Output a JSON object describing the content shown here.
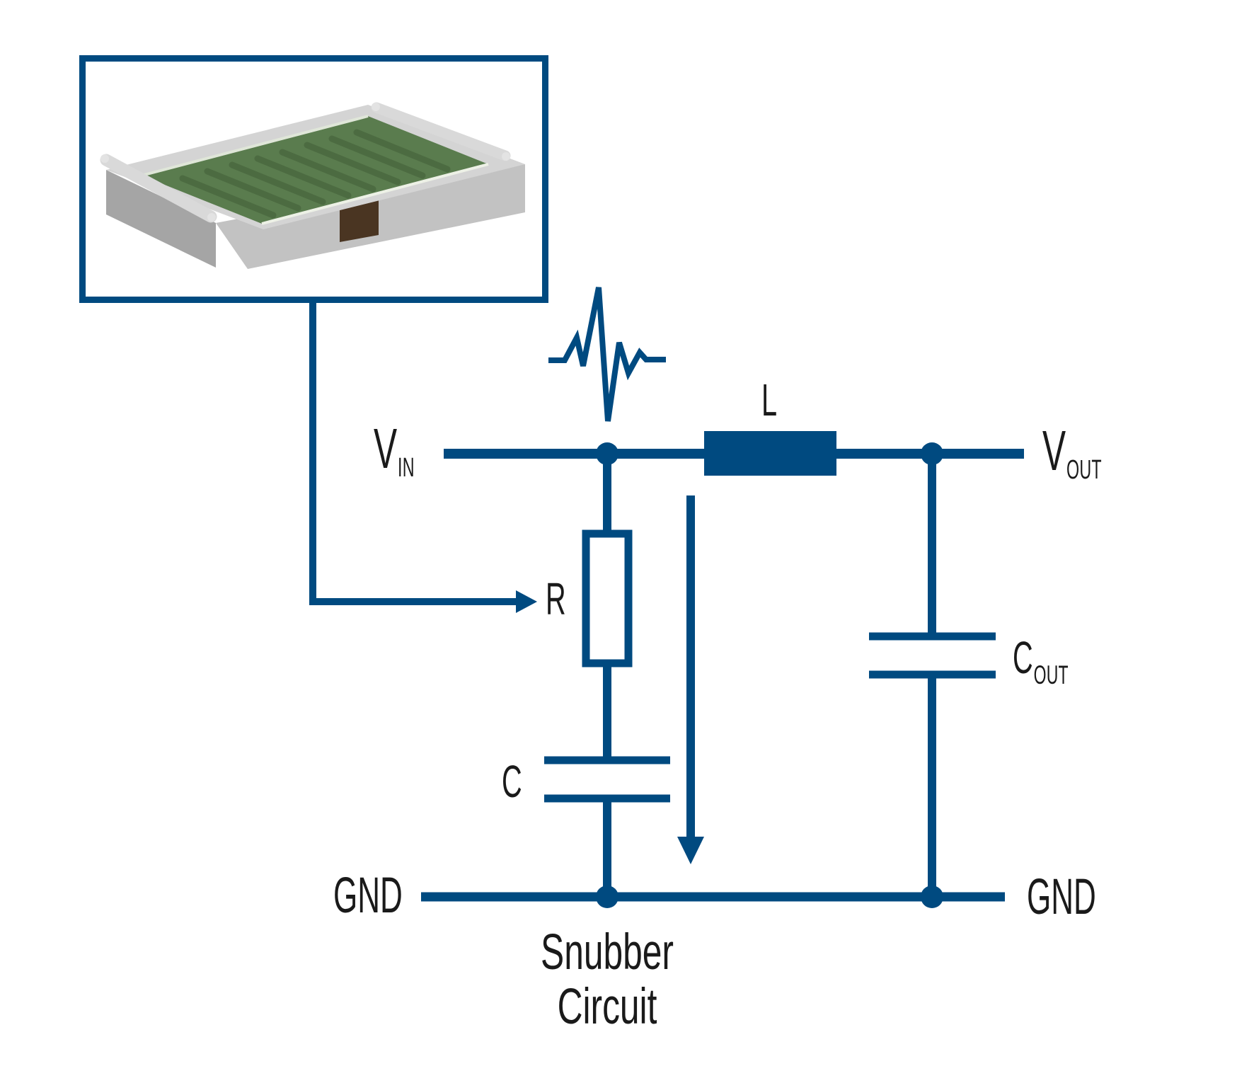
{
  "colors": {
    "line_blue": "#004A80",
    "label_color": "#1A1A1A",
    "background": "#FFFFFF",
    "chip_green": "#5A7C4E",
    "chip_green_dark": "#4C6B41",
    "chip_silver_light": "#D4D4D4",
    "chip_silver": "#C2C2C2",
    "chip_silver_dark": "#A5A5A5",
    "chip_brown": "#4A3522"
  },
  "icons": {
    "inset_image": "chip-resistor-3d-render",
    "spike": "transient-spike-waveform-icon",
    "pointer": "resistor-pointer-arrow-icon",
    "current": "current-direction-arrow-icon"
  },
  "labels": {
    "vin_base": "V",
    "vin_sub": "IN",
    "vout_base": "V",
    "vout_sub": "OUT",
    "inductor": "L",
    "resistor": "R",
    "capacitor": "C",
    "cout_base": "C",
    "cout_sub": "OUT",
    "gnd_left": "GND",
    "gnd_right": "GND",
    "caption_line1": "Snubber",
    "caption_line2": "Circuit"
  }
}
